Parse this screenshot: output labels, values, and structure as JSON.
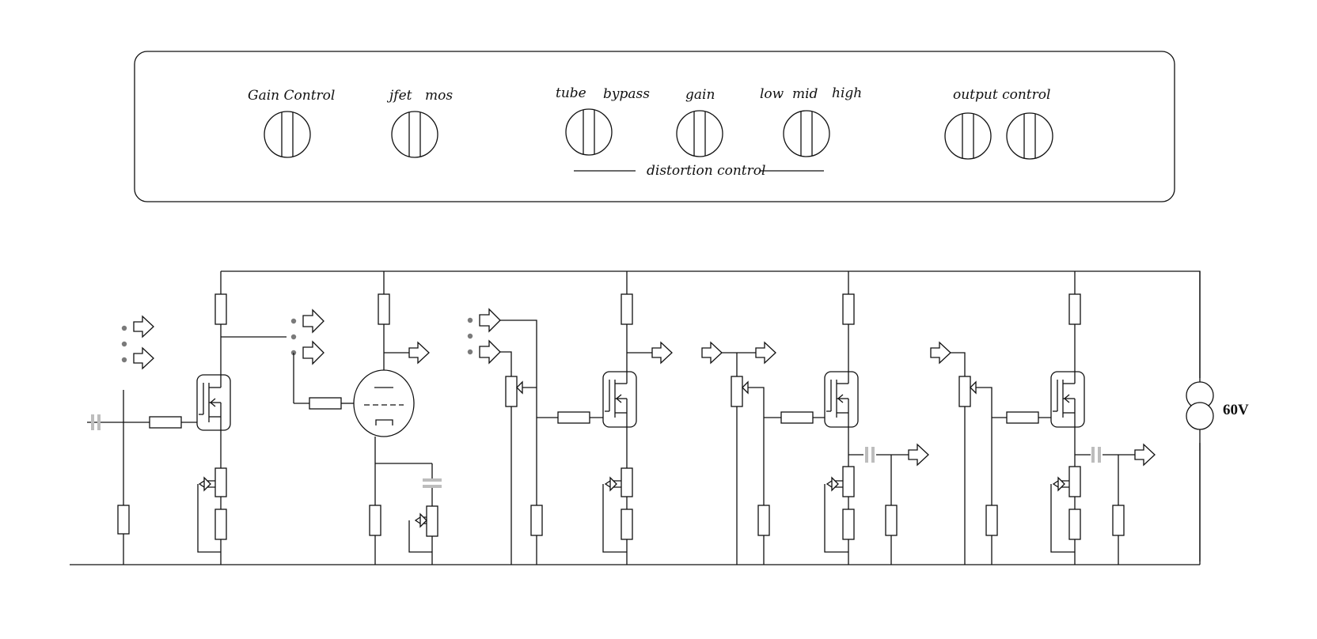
{
  "front_panel": {
    "gain_control_label": "Gain Control",
    "jfet_label": "jfet",
    "mos_label": "mos",
    "tube_label": "tube",
    "bypass_label": "bypass",
    "gain_label": "gain",
    "low_label": "low",
    "mid_label": "mid",
    "high_label": "high",
    "output_control_label": "output control",
    "distortion_control_label": "distortion control"
  },
  "schematic": {
    "supply_voltage_label": "60V"
  },
  "colors": {
    "line": "#111111",
    "capacitor": "#bdbdbd",
    "switch_dot": "#7a7a7a",
    "background": "#ffffff"
  }
}
